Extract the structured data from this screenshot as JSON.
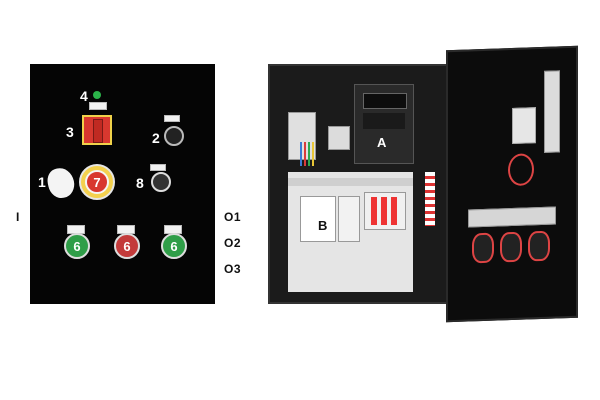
{
  "door_panel": {
    "numbers": [
      "4",
      "3",
      "2",
      "1",
      "7",
      "8",
      "6",
      "6",
      "6"
    ],
    "side_labels": {
      "left": "I",
      "right": [
        "O1",
        "O2",
        "O3"
      ]
    }
  },
  "cabinet": {
    "component_labels": [
      "A",
      "B"
    ]
  },
  "colors": {
    "panel": "#050505",
    "selector_red": "#d8382f",
    "button_green": "#2f9e48",
    "button_red": "#c33a3a",
    "indicator_green": "#2bb34a"
  }
}
